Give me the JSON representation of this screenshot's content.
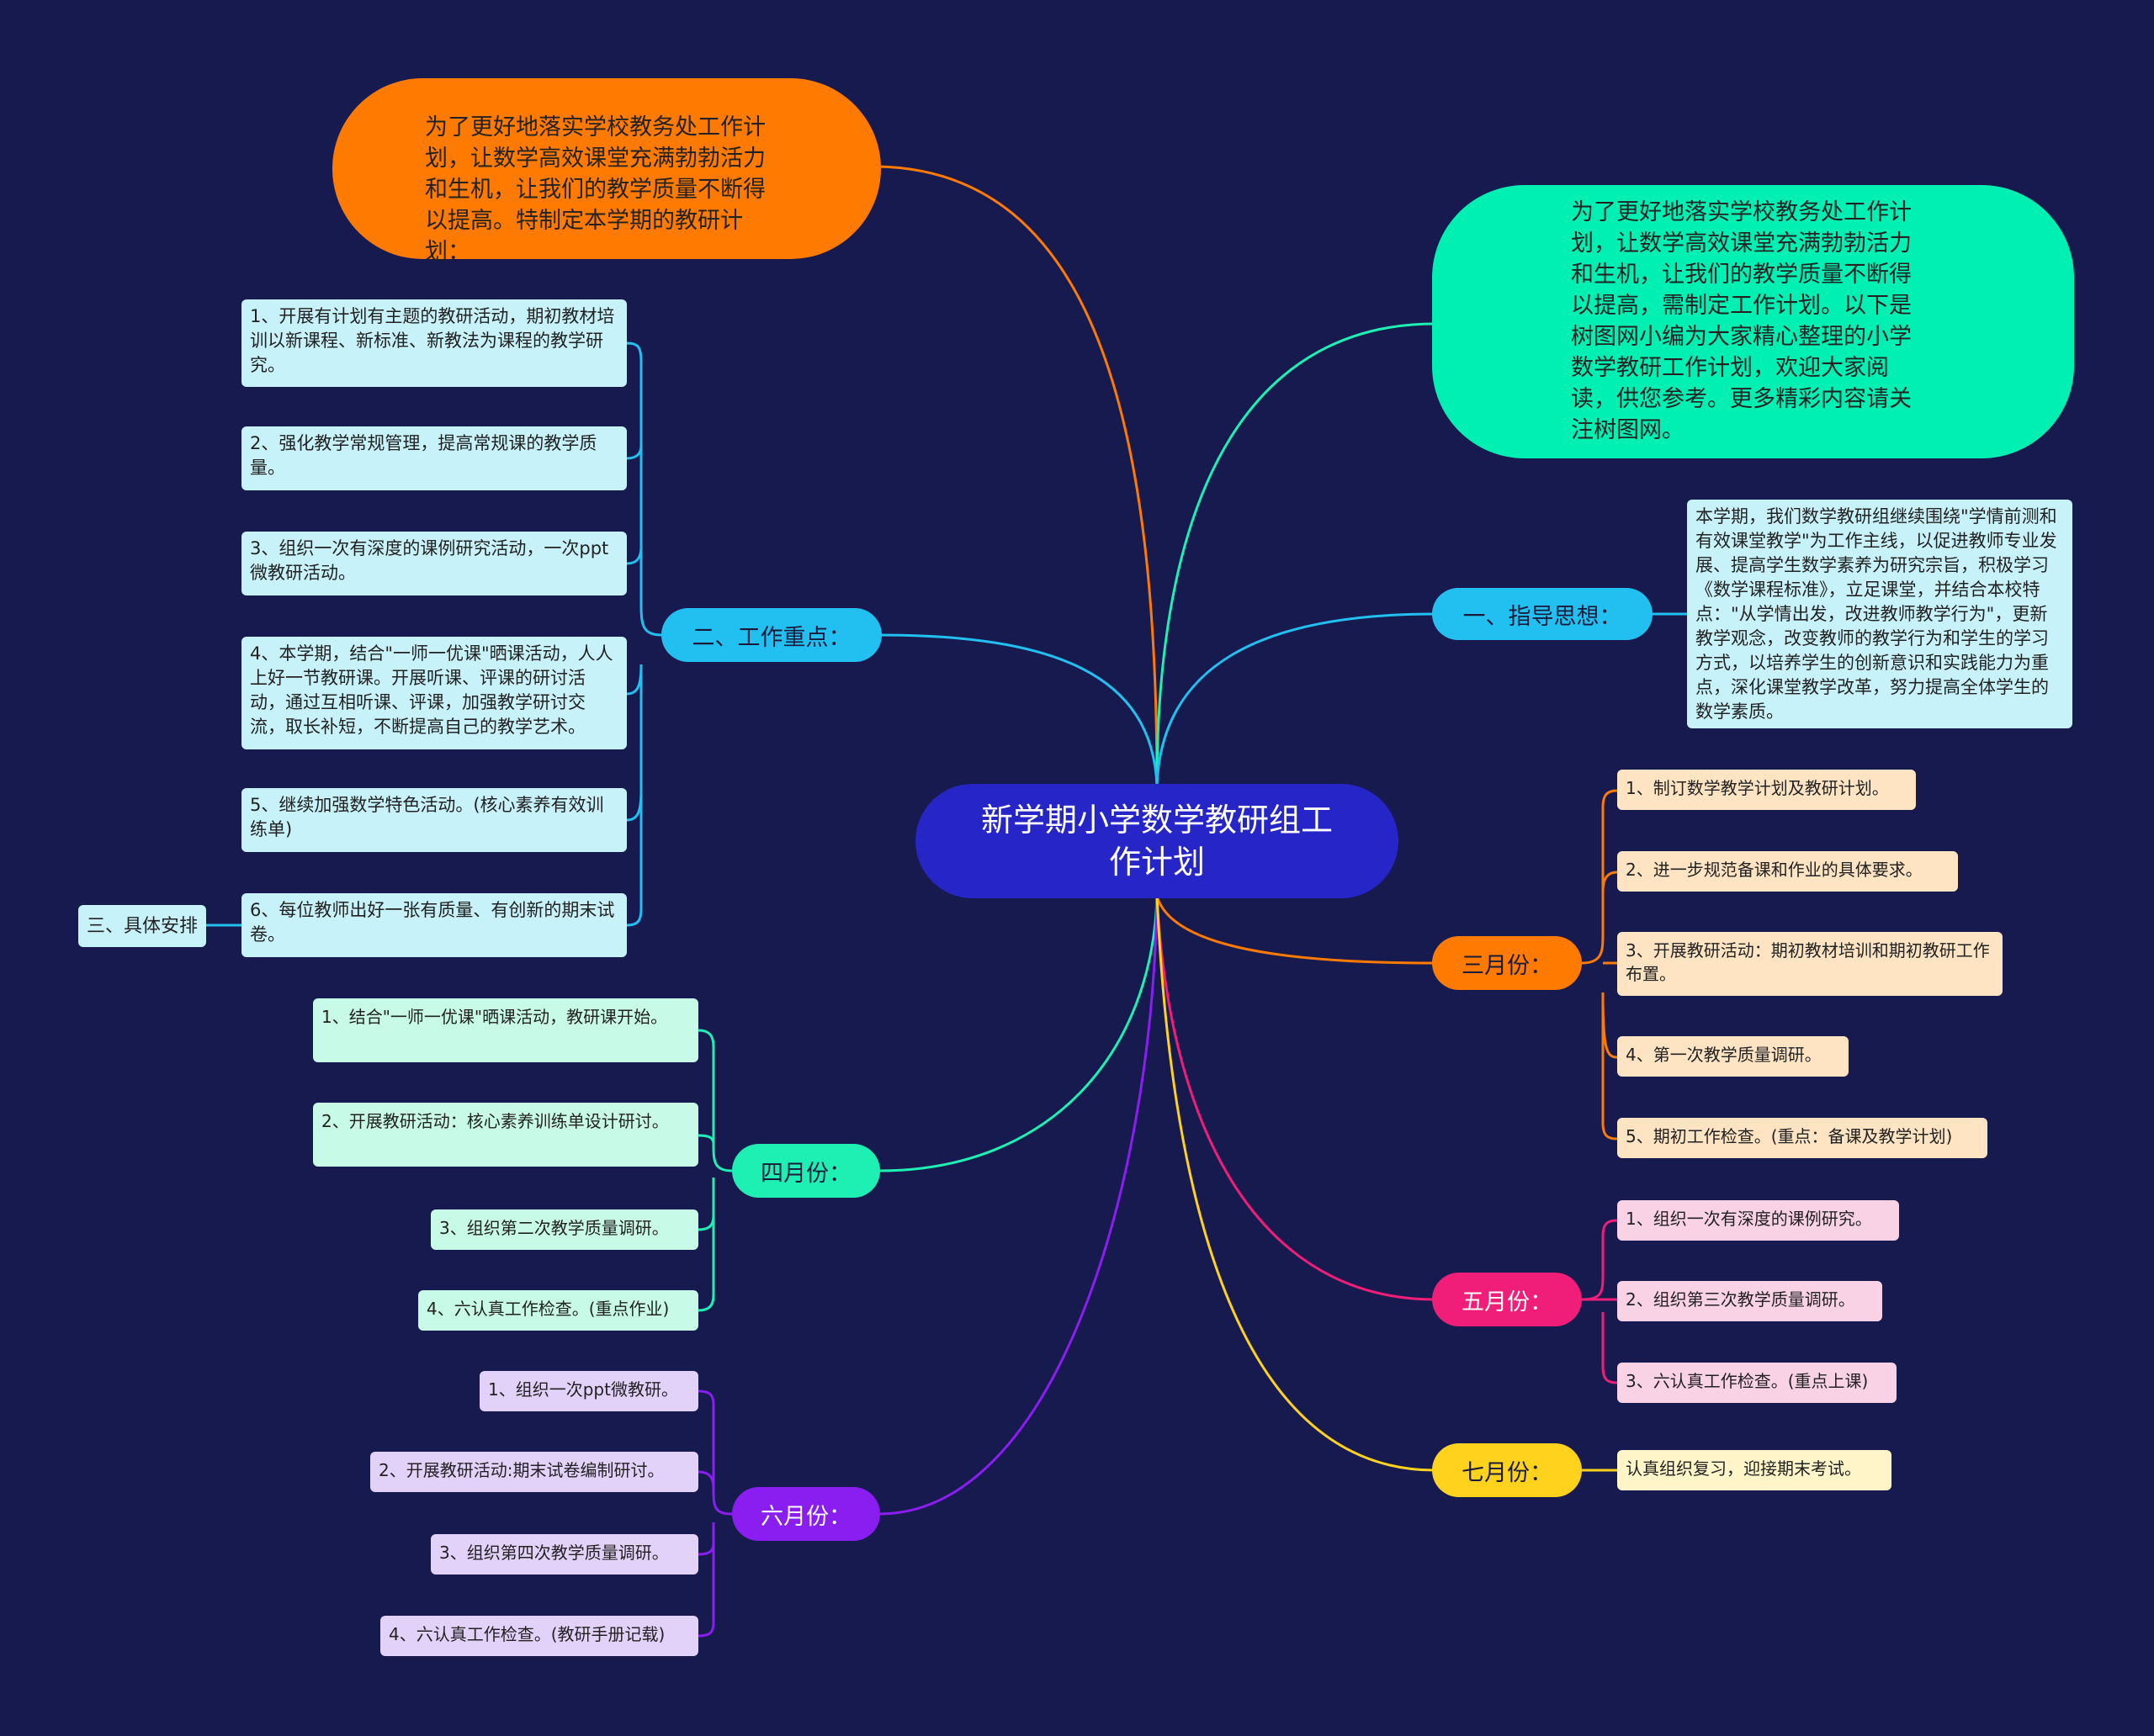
{
  "root": {
    "title": "新学期小学数学教研组工作计划"
  },
  "intro_left": "为了更好地落实学校教务处工作计划，让数学高效课堂充满勃勃活力和生机，让我们的教学质量不断得以提高。特制定本学期的教研计划：",
  "intro_right": "为了更好地落实学校教务处工作计划，让数学高效课堂充满勃勃活力和生机，让我们的教学质量不断得以提高，需制定工作计划。以下是树图网小编为大家精心整理的小学数学教研工作计划，欢迎大家阅读，供您参考。更多精彩内容请关注树图网。",
  "branches": {
    "guiding": {
      "label": "一、指导思想：",
      "text": "本学期，我们数学教研组继续围绕\"学情前测和有效课堂教学\"为工作主线，以促进教师专业发展、提高学生数学素养为研究宗旨，积极学习《数学课程标准》，立足课堂，并结合本校特点：\"从学情出发，改进教师教学行为\"，更新教学观念，改变教师的教学行为和学生的学习方式，以培养学生的创新意识和实践能力为重点，深化课堂教学改革，努力提高全体学生的数学素质。"
    },
    "focus": {
      "label": "二、工作重点：",
      "items": [
        "1、开展有计划有主题的教研活动，期初教材培训以新课程、新标准、新教法为课程的教学研究。",
        "2、强化教学常规管理，提高常规课的教学质量。",
        "3、组织一次有深度的课例研究活动，一次ppt微教研活动。",
        "4、本学期，结合\"一师一优课\"晒课活动，人人上好一节教研课。开展听课、评课的研讨活动，通过互相听课、评课，加强教学研讨交流，取长补短，不断提高自己的教学艺术。",
        "5、继续加强数学特色活动。(核心素养有效训练单)",
        "6、每位教师出好一张有质量、有创新的期末试卷。"
      ]
    },
    "arrangement": {
      "label": "三、具体安排"
    },
    "march": {
      "label": "三月份：",
      "items": [
        "1、制订数学教学计划及教研计划。",
        "2、进一步规范备课和作业的具体要求。",
        "3、开展教研活动：期初教材培训和期初教研工作布置。",
        "4、第一次教学质量调研。",
        "5、期初工作检查。(重点：备课及教学计划)"
      ]
    },
    "april": {
      "label": "四月份：",
      "items": [
        "1、结合\"一师一优课\"晒课活动，教研课开始。",
        "2、开展教研活动：核心素养训练单设计研讨。",
        "3、组织第二次教学质量调研。",
        "4、六认真工作检查。(重点作业)"
      ]
    },
    "may": {
      "label": "五月份：",
      "items": [
        "1、组织一次有深度的课例研究。",
        "2、组织第三次教学质量调研。",
        "3、六认真工作检查。(重点上课)"
      ]
    },
    "june": {
      "label": "六月份：",
      "items": [
        "1、组织一次ppt微教研。",
        "2、开展教研活动:期末试卷编制研讨。",
        "3、组织第四次教学质量调研。",
        "4、六认真工作检查。(教研手册记载)"
      ]
    },
    "july": {
      "label": "七月份：",
      "items": [
        "认真组织复习，迎接期末考试。"
      ]
    }
  },
  "colors": {
    "background": "#171a4f",
    "root": "#2626c8",
    "orange": "#ff7a00",
    "green": "#00f0b4",
    "cyan": "#22c0f0",
    "teal": "#1ef0b4",
    "purple": "#8a1ef0",
    "pink": "#f01e78",
    "yellow": "#ffd21e",
    "leaf_cyan": "#c8f2fa",
    "leaf_peach": "#ffe4c4",
    "leaf_mint": "#c8fae8",
    "leaf_pink": "#fad2e6",
    "leaf_lavender": "#e2d2fa",
    "leaf_yellow": "#fff5c8"
  }
}
